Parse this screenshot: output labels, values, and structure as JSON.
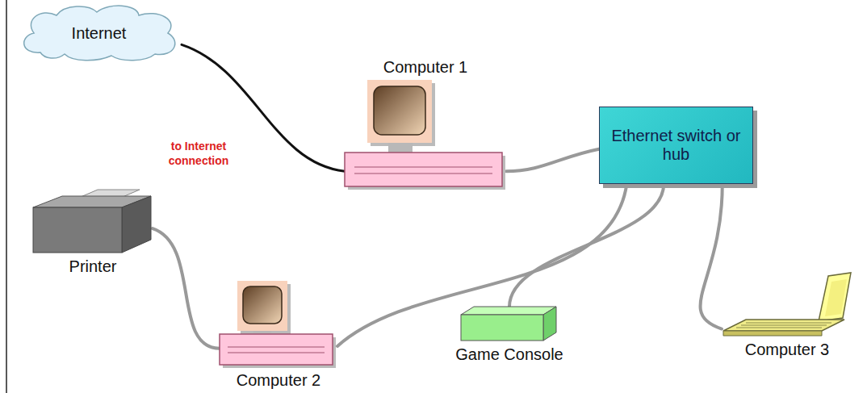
{
  "diagram": {
    "nodes": [
      {
        "text": [
          "Internet"
        ]
      },
      {
        "text": [
          "Computer 1"
        ]
      },
      {
        "text": [
          "Ethernet switch or hub"
        ]
      },
      {
        "text": [
          "Printer"
        ]
      },
      {
        "text": [
          "Computer 2"
        ]
      },
      {
        "text": [
          "Game Console"
        ]
      },
      {
        "text": [
          "Computer 3"
        ]
      }
    ],
    "edges": [
      {
        "from": 0,
        "to": 1,
        "arrow": "none"
      },
      {
        "from": 1,
        "to": 2,
        "arrow": "none"
      },
      {
        "from": 3,
        "to": 4,
        "arrow": "none"
      },
      {
        "from": 4,
        "to": 2,
        "arrow": "none"
      },
      {
        "from": 5,
        "to": 2,
        "arrow": "none"
      },
      {
        "from": 6,
        "to": 2,
        "arrow": "none"
      }
    ],
    "labels": [
      "to Internet connection"
    ]
  }
}
